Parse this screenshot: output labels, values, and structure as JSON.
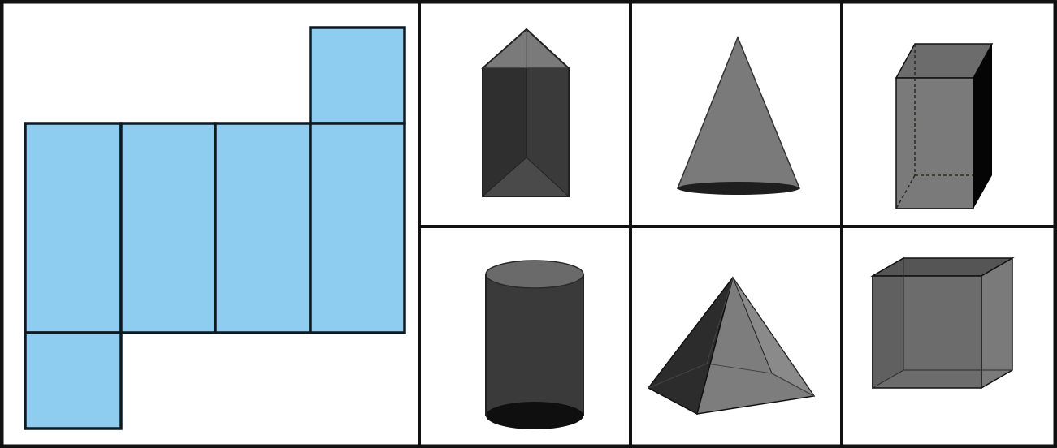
{
  "figure": {
    "net": {
      "face_color": "#8ecdf0",
      "edge_color": "#0e1a22",
      "faces": [
        "top-flap",
        "side-1",
        "side-2",
        "side-3",
        "side-4",
        "bottom-flap"
      ]
    },
    "solids": [
      {
        "name": "triangular-prism"
      },
      {
        "name": "cone"
      },
      {
        "name": "rectangular-prism"
      },
      {
        "name": "cylinder"
      },
      {
        "name": "square-pyramid"
      },
      {
        "name": "cube"
      }
    ],
    "colors": {
      "border": "#111111",
      "solid_light": "#7d7d7d",
      "solid_mid": "#5a5a5a",
      "solid_dark": "#2e2e2e",
      "solid_black": "#0b0b0b"
    }
  }
}
